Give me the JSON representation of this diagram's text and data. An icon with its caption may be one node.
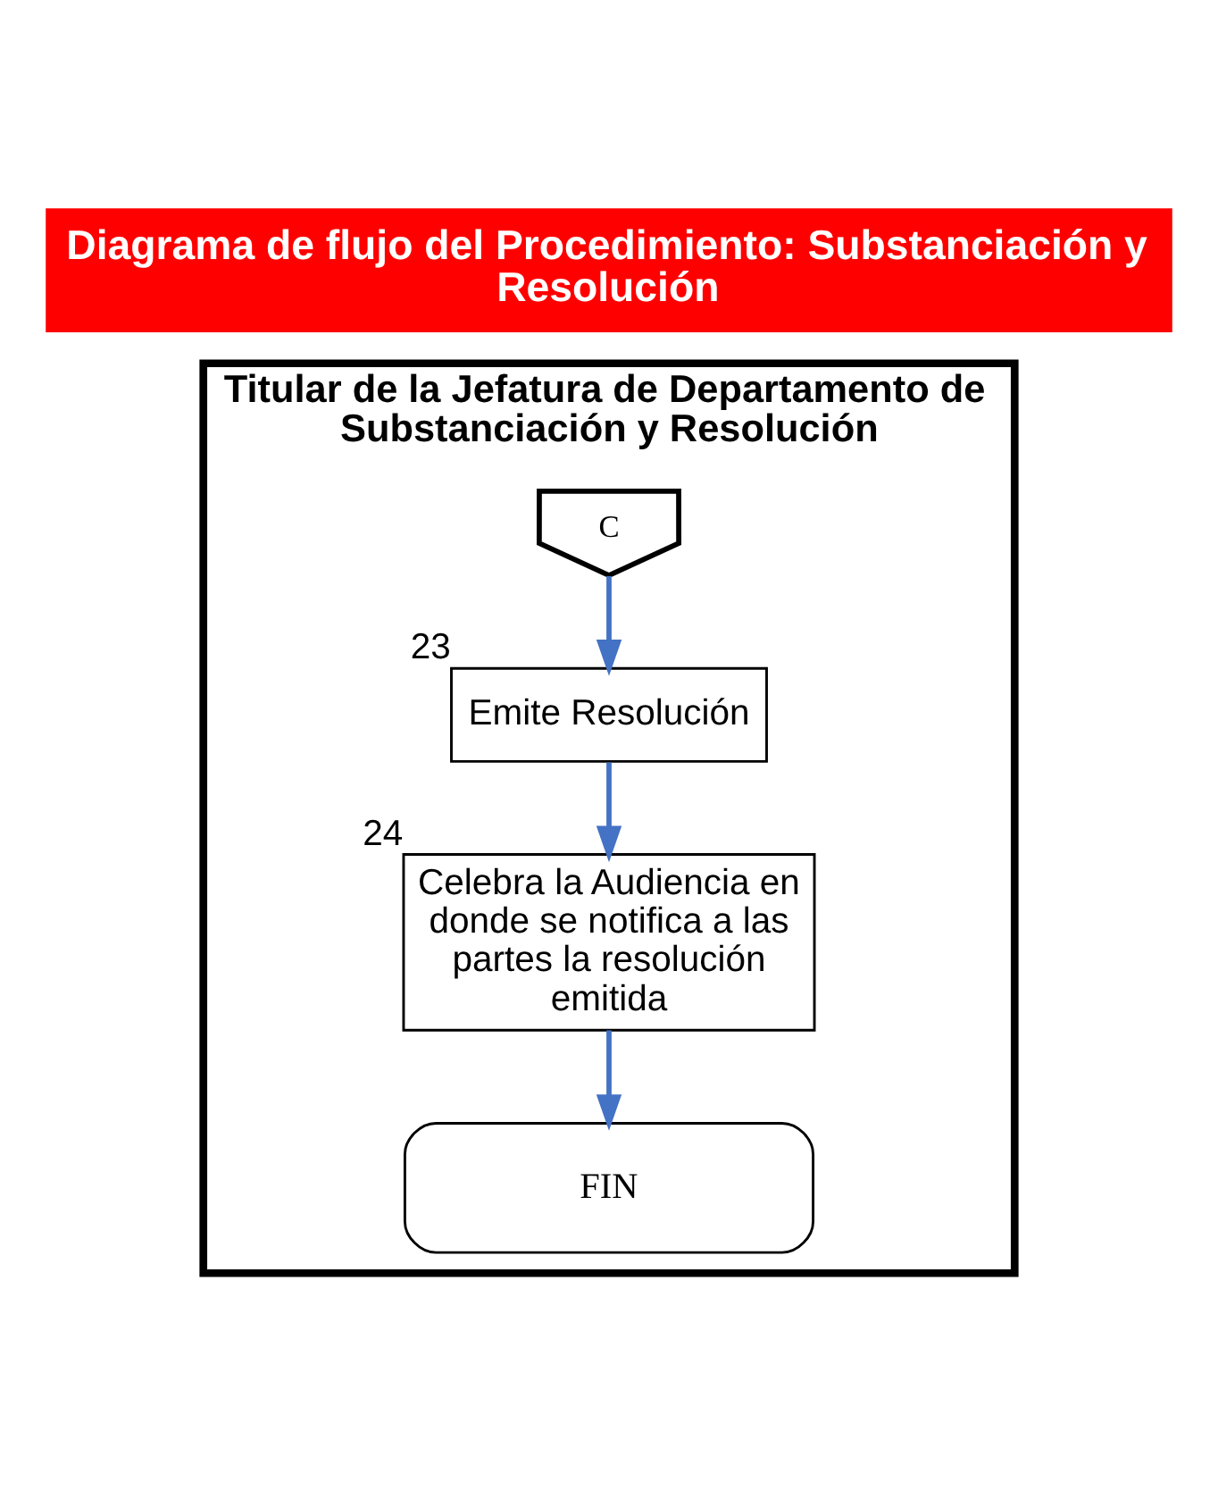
{
  "diagram": {
    "title": "Diagrama de flujo del Procedimiento: Substanciación y Resolución",
    "nodes": [
      {
        "text": [
          "Titular de la Jefatura de Departamento de Substanciación y Resolución"
        ]
      },
      {
        "text": [
          "C"
        ],
        "in": 0
      },
      {
        "text": [
          "Emite Resolución"
        ],
        "beside": [
          "23"
        ],
        "in": 0
      },
      {
        "text": [
          "Celebra la Audiencia en donde se notifica a las partes la resolución emitida"
        ],
        "beside": [
          "24"
        ],
        "in": 0
      },
      {
        "text": [
          "FIN"
        ],
        "in": 0
      }
    ],
    "edges": [
      {
        "from": 1,
        "to": 2,
        "arrow": "to"
      },
      {
        "from": 2,
        "to": 3,
        "arrow": "to"
      },
      {
        "from": 3,
        "to": 4,
        "arrow": "to"
      }
    ]
  }
}
